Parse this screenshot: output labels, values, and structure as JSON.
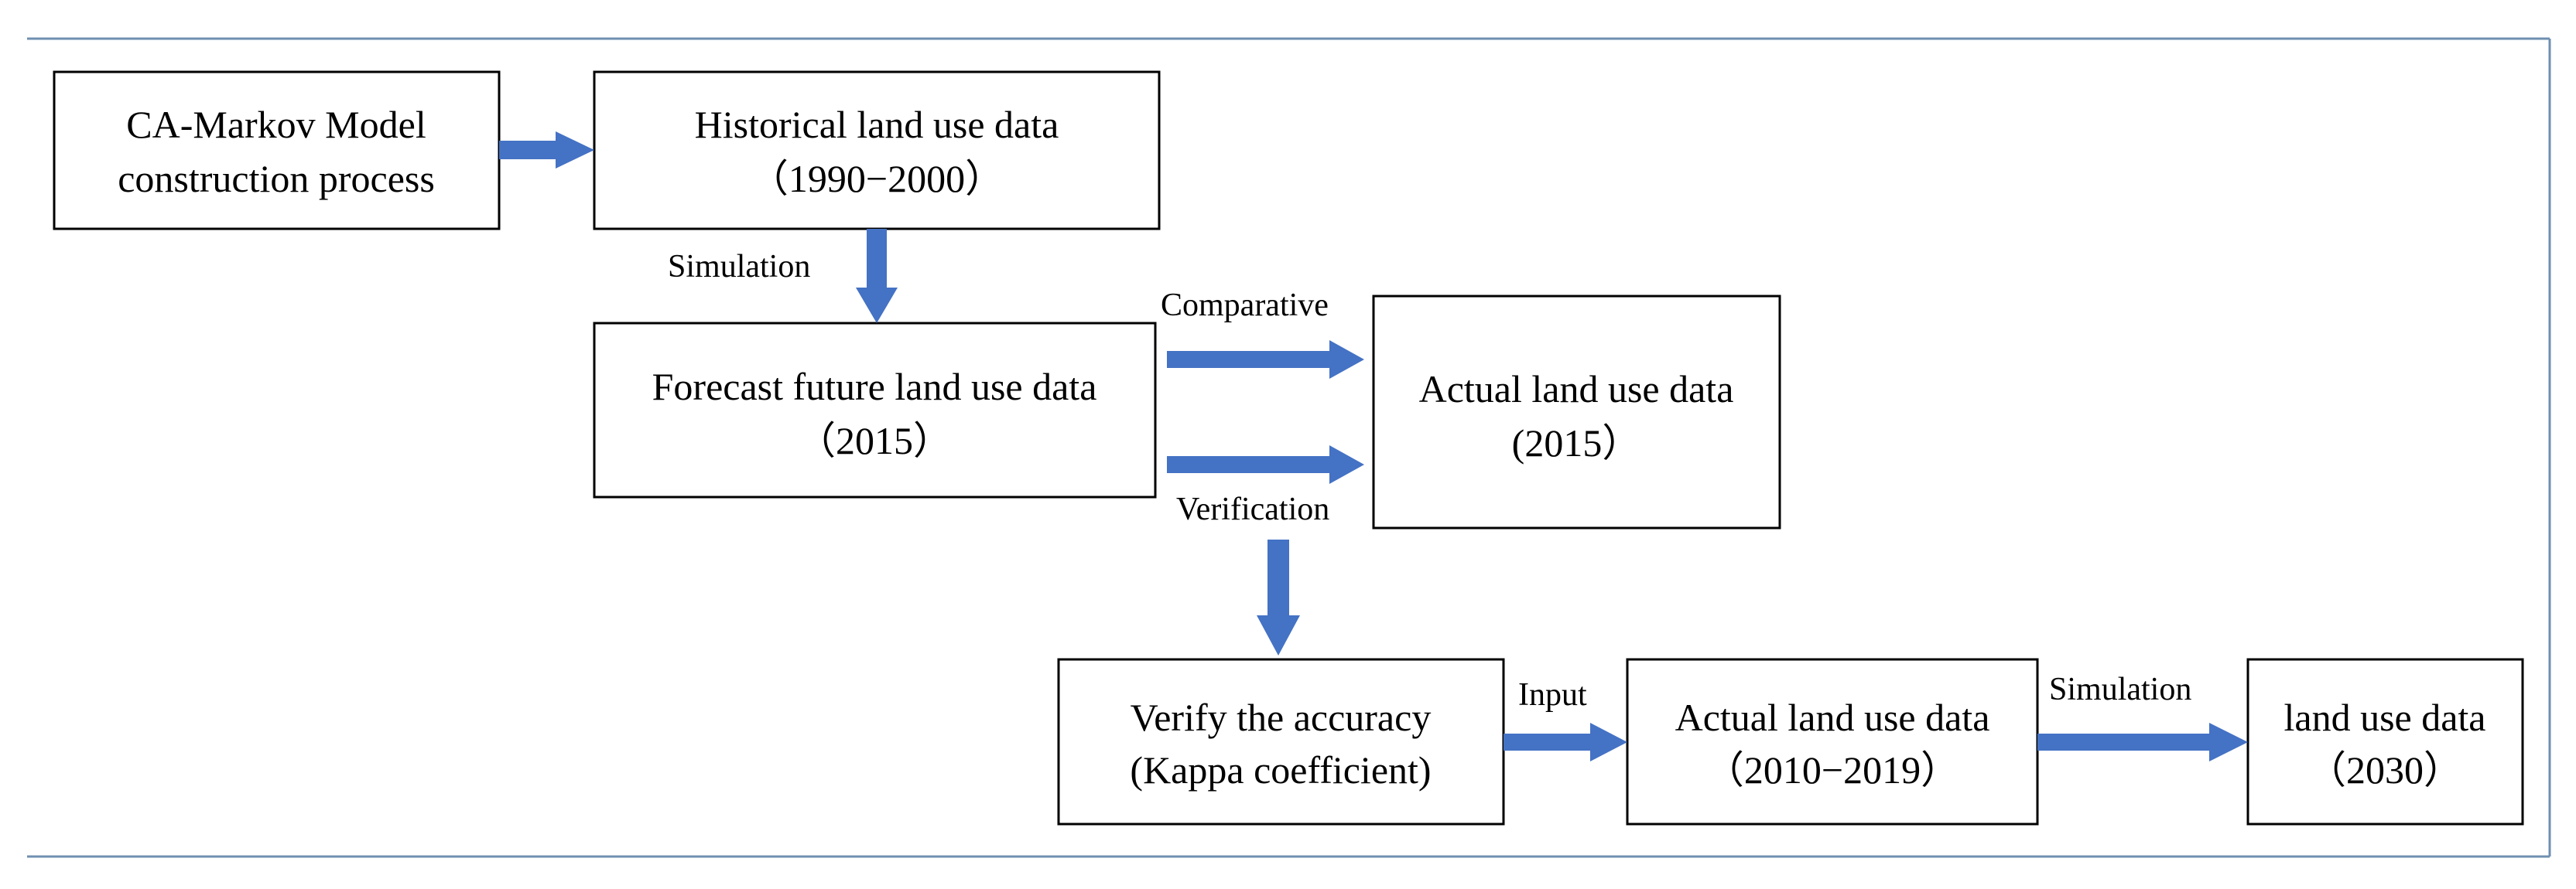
{
  "nodes": {
    "model": {
      "line1": "CA-Markov Model",
      "line2": "construction process"
    },
    "historical": {
      "line1": "Historical land use data",
      "line2": "（1990−2000）"
    },
    "forecast": {
      "line1": "Forecast future land use data",
      "line2": "（2015）"
    },
    "actual2015": {
      "line1": "Actual land use data",
      "line2": "(2015）"
    },
    "verify": {
      "line1": "Verify the accuracy",
      "line2": "(Kappa coefficient)"
    },
    "actual2019": {
      "line1": "Actual land use data",
      "line2": "（2010−2019）"
    },
    "land2030": {
      "line1": "land use data",
      "line2": "（2030）"
    }
  },
  "edges": {
    "model_to_historical": "",
    "simulation1": "Simulation",
    "comparative": "Comparative",
    "verification": "Verification",
    "input": "Input",
    "simulation2": "Simulation"
  },
  "colors": {
    "arrow": "#4472c4",
    "frame": "#6f8fb0",
    "box_border": "#000000"
  }
}
